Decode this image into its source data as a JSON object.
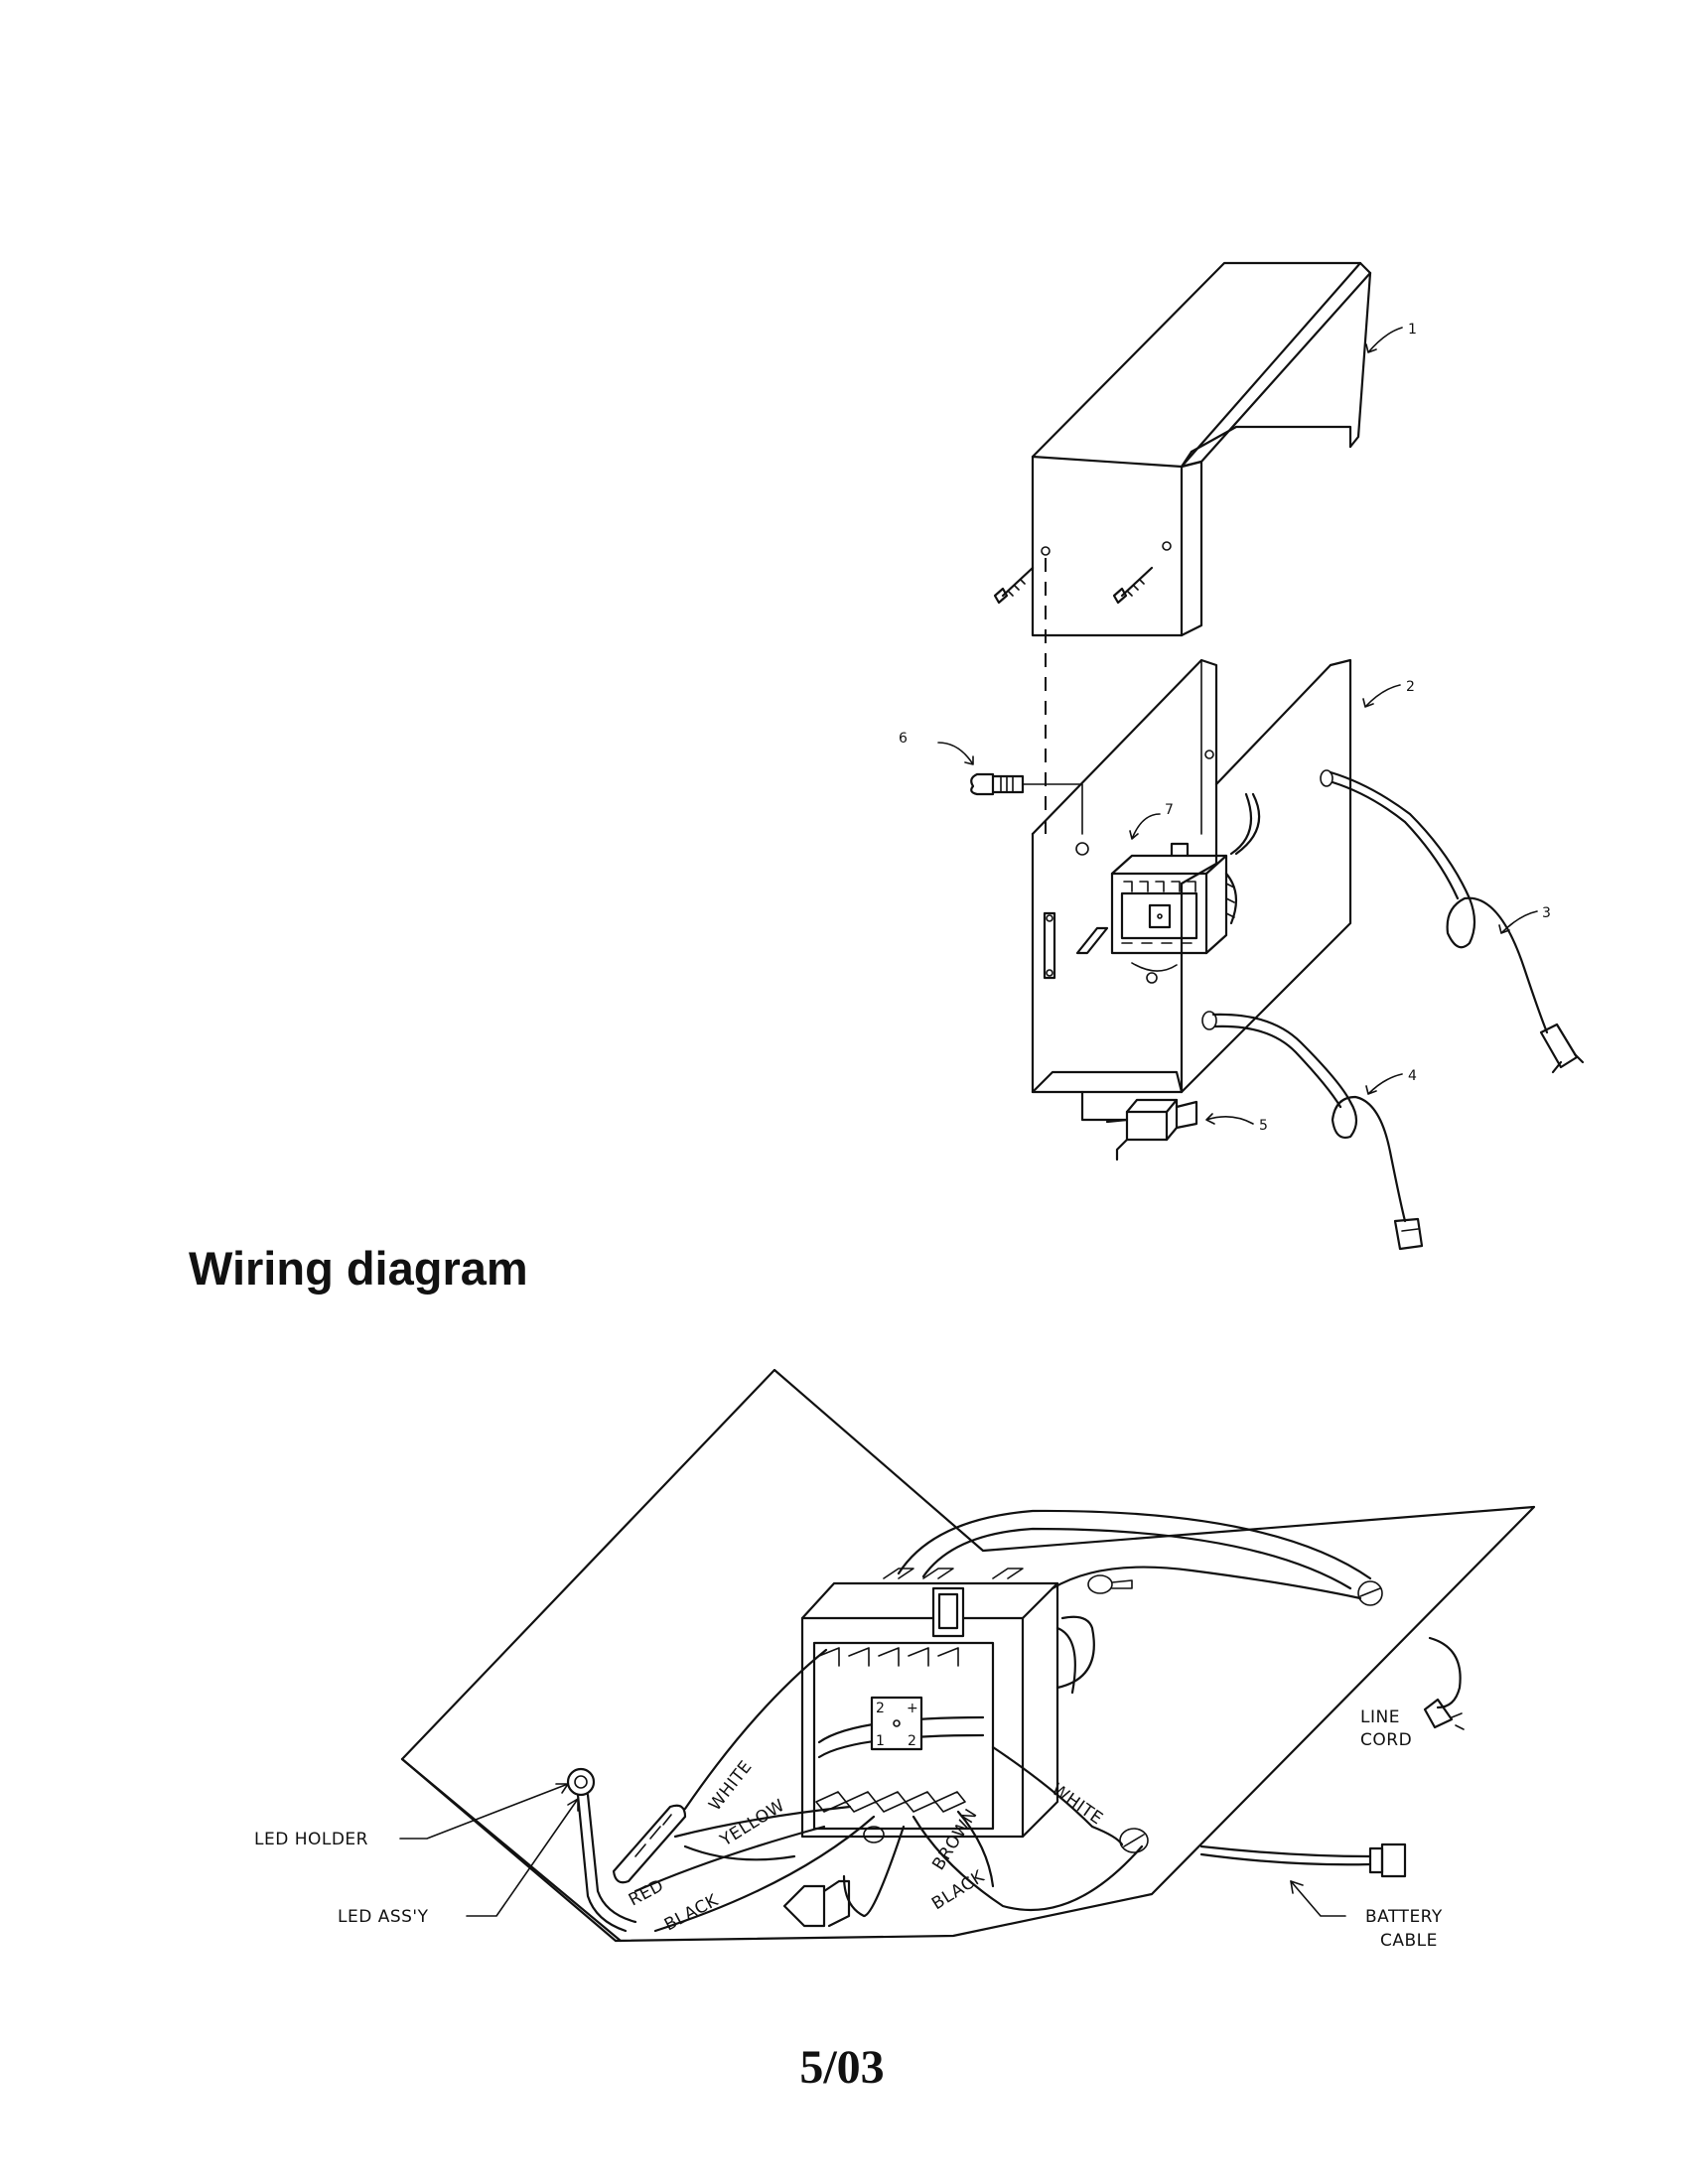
{
  "exploded_view": {
    "callouts": [
      "1",
      "2",
      "3",
      "4",
      "5",
      "6",
      "7"
    ]
  },
  "wiring_diagram": {
    "heading": "Wiring diagram",
    "labels": {
      "led_holder": "LED HOLDER",
      "led_assy": "LED ASS'Y",
      "line_cord_1": "LINE",
      "line_cord_2": "CORD",
      "battery_cable_1": "BATTERY",
      "battery_cable_2": "CABLE"
    },
    "wires": {
      "white_left": "WHITE",
      "yellow": "YELLOW",
      "red": "RED",
      "black_left": "BLACK",
      "brown": "BROWN",
      "black_right": "BLACK",
      "white_right": "WHITE"
    }
  },
  "footer": {
    "date": "5/03"
  }
}
